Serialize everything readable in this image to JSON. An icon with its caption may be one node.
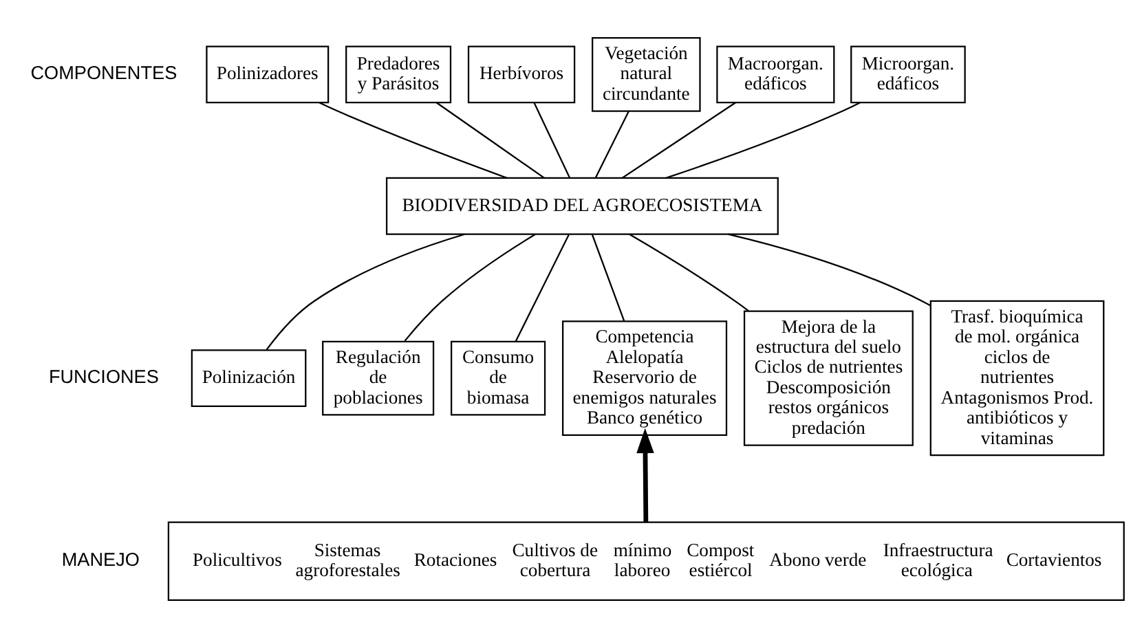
{
  "diagram": {
    "nodes": [
      {
        "text": [
          "Polinizadores"
        ]
      },
      {
        "text": [
          "Predadores y Parásitos"
        ]
      },
      {
        "text": [
          "Herbívoros"
        ]
      },
      {
        "text": [
          "Vegetación natural circundante"
        ]
      },
      {
        "text": [
          "Macroorgan. edáficos"
        ]
      },
      {
        "text": [
          "Microorgan. edáficos"
        ]
      },
      {
        "text": [
          "BIODIVERSIDAD DEL AGROECOSISTEMA"
        ]
      },
      {
        "text": [
          "Polinización"
        ]
      },
      {
        "text": [
          "Regulación de poblaciones"
        ]
      },
      {
        "text": [
          "Consumo de biomasa"
        ]
      },
      {
        "text": [
          "Competencia Alelopatía Reservorio de enemigos naturales Banco genético"
        ]
      },
      {
        "text": [
          "Mejora de la estructura del suelo Ciclos de nutrientes Descomposición restos orgánicos predación"
        ]
      },
      {
        "text": [
          "Trasf. bioquímica de mol. orgánica ciclos de nutrientes Antagonismos Prod. antibióticos y vitaminas"
        ]
      },
      {
        "text": [
          "Policultivos",
          "Sistemas agroforestales",
          "Rotaciones",
          "Cultivos de cobertura",
          "mínimo laboreo",
          "Compost estiércol",
          "Abono verde",
          "Infraestructura ecológica",
          "Cortavientos"
        ]
      }
    ],
    "edges": [
      {
        "from": 0,
        "to": 6,
        "arrow": "none"
      },
      {
        "from": 1,
        "to": 6,
        "arrow": "none"
      },
      {
        "from": 2,
        "to": 6,
        "arrow": "none"
      },
      {
        "from": 3,
        "to": 6,
        "arrow": "none"
      },
      {
        "from": 4,
        "to": 6,
        "arrow": "none"
      },
      {
        "from": 5,
        "to": 6,
        "arrow": "none"
      },
      {
        "from": 6,
        "to": 7,
        "arrow": "none"
      },
      {
        "from": 6,
        "to": 8,
        "arrow": "none"
      },
      {
        "from": 6,
        "to": 9,
        "arrow": "none"
      },
      {
        "from": 6,
        "to": 10,
        "arrow": "none"
      },
      {
        "from": 6,
        "to": 11,
        "arrow": "none"
      },
      {
        "from": 6,
        "to": 12,
        "arrow": "none"
      },
      {
        "from": 13,
        "to": 10,
        "arrow": "to",
        "style": "thick"
      }
    ],
    "labels": [
      "COMPONENTES",
      "FUNCIONES",
      "MANEJO"
    ]
  }
}
